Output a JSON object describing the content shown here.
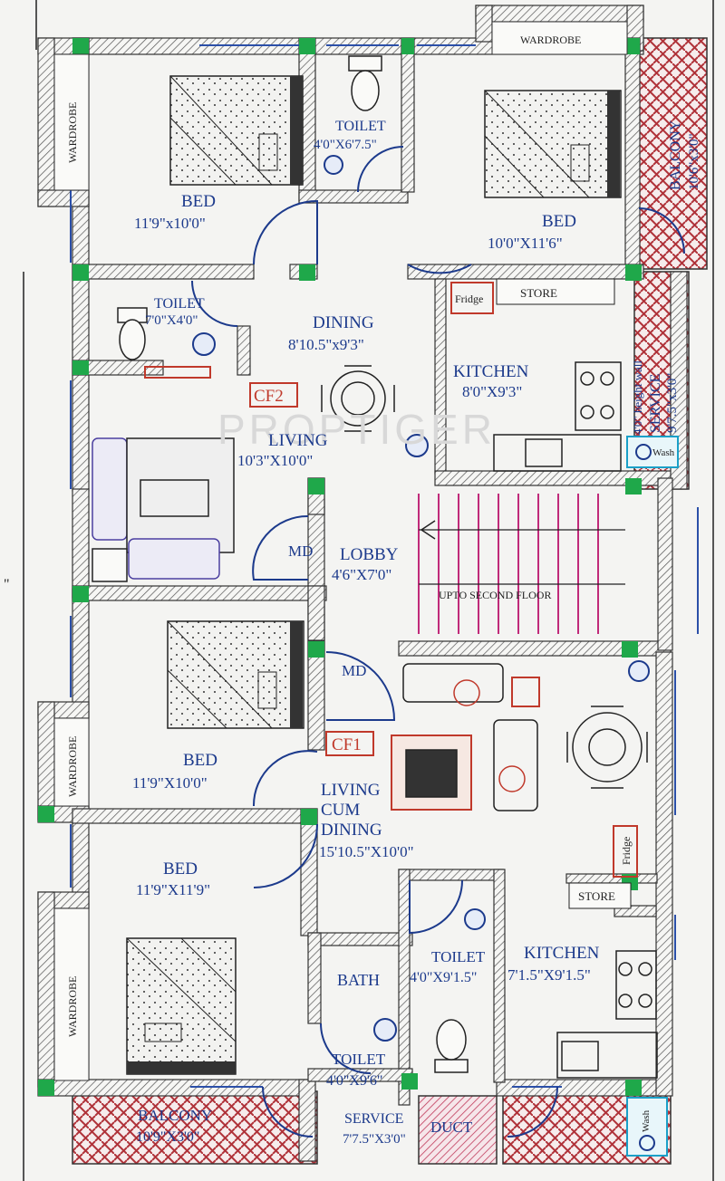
{
  "watermark": "PROPTIGER",
  "plan_codes": {
    "cf2": "CF2",
    "cf1": "CF1"
  },
  "rooms": {
    "bed_top_left": {
      "name": "BED",
      "size": "11'9\"x10'0\""
    },
    "toilet_top": {
      "name": "TOILET",
      "size": "4'0\"X6'7.5\""
    },
    "bed_top_right": {
      "name": "BED",
      "size": "10'0\"X11'6\""
    },
    "balcony_top": {
      "name": "BALCONY",
      "size": "10'6\"x3'0\""
    },
    "toilet_left": {
      "name": "TOILET",
      "size": "7'0\"X4'0\""
    },
    "dining": {
      "name": "DINING",
      "size": "8'10.5\"x9'3\""
    },
    "kitchen_top": {
      "name": "KITCHEN",
      "size": "8'0\"X9'3\""
    },
    "service_right": {
      "name": "SERVICE",
      "size": "9'7.5\"x3'0\"",
      "note": "4'0\" height wall"
    },
    "living_top": {
      "name": "LIVING",
      "size": "10'3\"X10'0\""
    },
    "lobby": {
      "name": "LOBBY",
      "size": "4'6\"X7'0\""
    },
    "stair": {
      "name": "UPTO SECOND FLOOR"
    },
    "bed_mid": {
      "name": "BED",
      "size": "11'9\"X10'0\""
    },
    "living_cum_dining": {
      "line1": "LIVING",
      "line2": "CUM",
      "line3": "DINING",
      "size": "15'10.5\"X10'0\""
    },
    "bed_bottom": {
      "name": "BED",
      "size": "11'9\"X11'9\""
    },
    "bath": {
      "name": "BATH"
    },
    "toilet_mid": {
      "name": "TOILET",
      "size": "4'0\"X9'1.5\""
    },
    "kitchen_bottom": {
      "name": "KITCHEN",
      "size": "7'1.5\"X9'1.5\""
    },
    "toilet_bottom": {
      "name": "TOILET",
      "size": "4'0\"X9'6\""
    },
    "balcony_bottom": {
      "name": "BALCONY",
      "size": "10'9\"X3'0\""
    },
    "service_bottom": {
      "name": "SERVICE",
      "size": "7'7.5\"X3'0\""
    },
    "duct": {
      "name": "DUCT"
    }
  },
  "fixtures": {
    "wardrobe": "WARDROBE",
    "fridge": "Fridge",
    "store": "STORE",
    "wash": "Wash",
    "main_door": "MD"
  },
  "edge_mark": "\""
}
